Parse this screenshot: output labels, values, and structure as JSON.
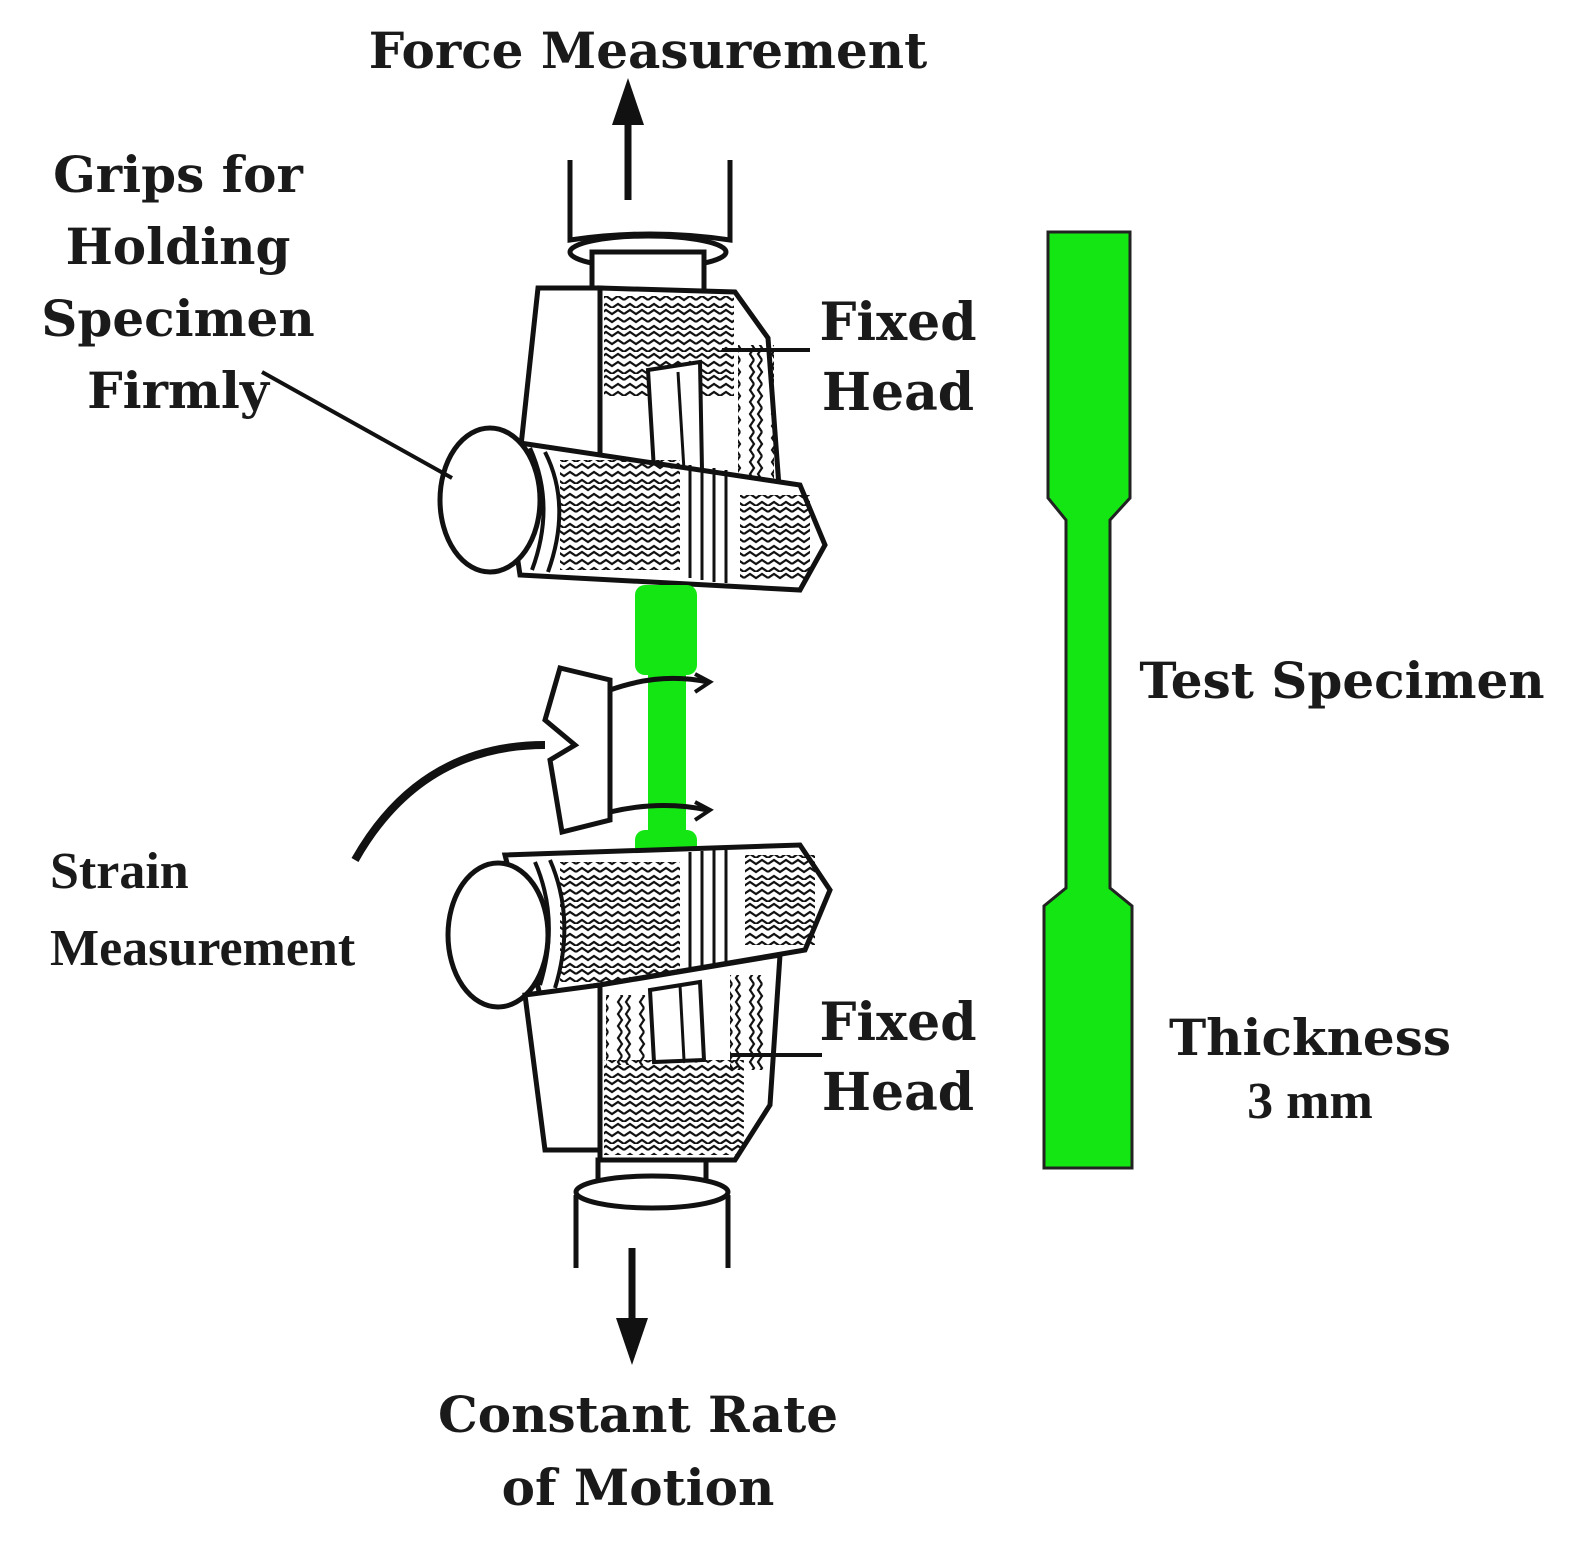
{
  "labels": {
    "force_measurement": "Force Measurement",
    "grips_line1": "Grips for",
    "grips_line2": "Holding",
    "grips_line3": "Specimen",
    "grips_line4": "Firmly",
    "fixed_head_top_line1": "Fixed",
    "fixed_head_top_line2": "Head",
    "test_specimen": "Test Specimen",
    "strain_line1": "Strain",
    "strain_line2": "Measurement",
    "fixed_head_bottom_line1": "Fixed",
    "fixed_head_bottom_line2": "Head",
    "thickness_line1": "Thickness",
    "thickness_line2": "3 mm",
    "constant_rate_line1": "Constant Rate",
    "constant_rate_line2": "of Motion"
  },
  "colors": {
    "specimen_green": "#14e614",
    "ink": "#111111",
    "background": "#ffffff"
  }
}
